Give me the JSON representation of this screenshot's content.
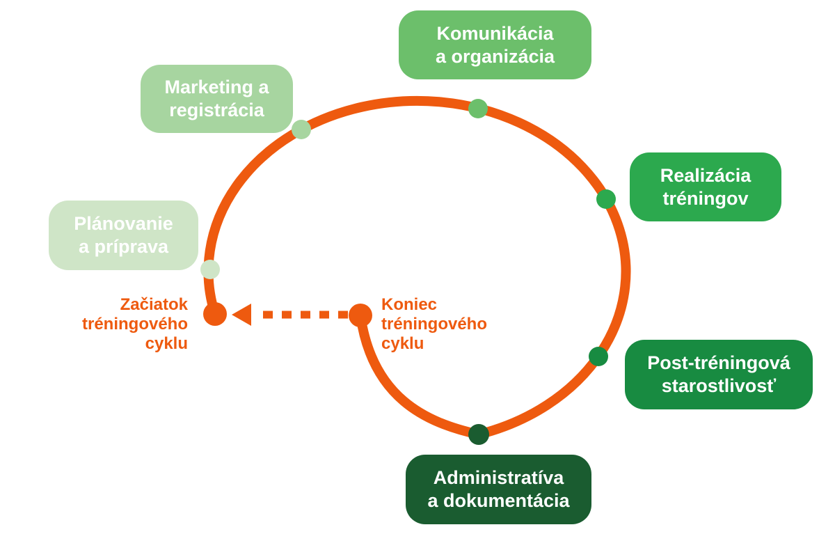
{
  "diagram": {
    "type": "cycle",
    "description_visible_text_only": true
  },
  "colors": {
    "orange": "#EE5A0F",
    "box_text": "#FFFFFF",
    "background": "#FFFFFF"
  },
  "stages": [
    {
      "id": "planovanie",
      "label": "Plánovanie\na príprava",
      "color": "#CFE5C7"
    },
    {
      "id": "marketing",
      "label": "Marketing a\nregistrácia",
      "color": "#A7D5A0"
    },
    {
      "id": "komunikacia",
      "label": "Komunikácia\na organizácia",
      "color": "#6CBF6B"
    },
    {
      "id": "realizacia",
      "label": "Realizácia\ntréningov",
      "color": "#2CA94E"
    },
    {
      "id": "post-trening",
      "label": "Post-tréningová\nstarostlivosť",
      "color": "#188B41"
    },
    {
      "id": "administrativa",
      "label": "Administratíva\na dokumentácia",
      "color": "#1A5C30"
    }
  ],
  "cycle_markers": {
    "start_label": "Začiatok\ntréningového\ncyklu",
    "end_label": "Koniec\ntréningového\ncyklu"
  }
}
